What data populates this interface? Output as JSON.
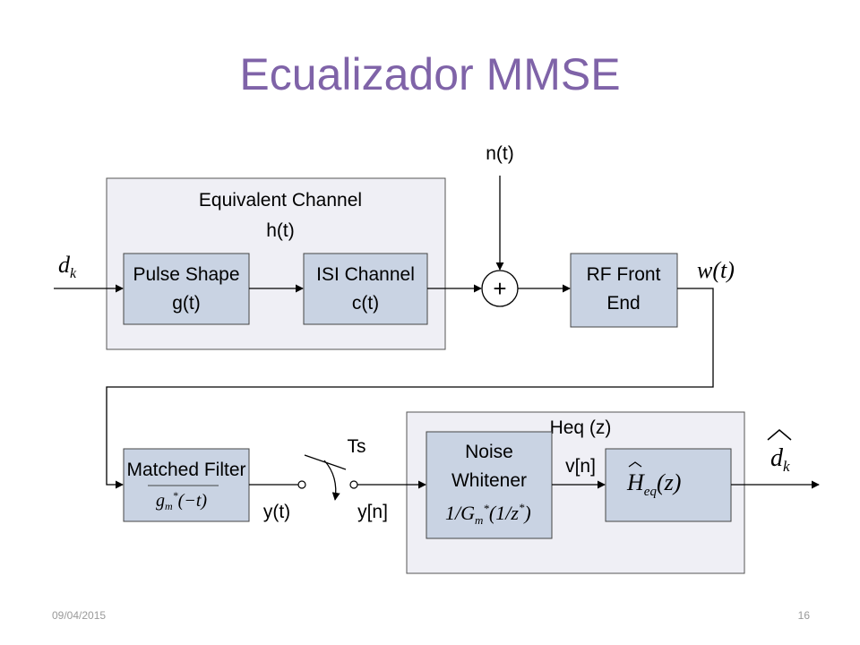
{
  "slide": {
    "title": "Ecualizador MMSE",
    "date": "09/04/2015",
    "page_number": "16"
  },
  "diagram": {
    "equivalent_channel": {
      "title": "Equivalent Channel",
      "subtitle": "h(t)"
    },
    "pulse_shape": {
      "line1": "Pulse Shape",
      "line2": "g(t)"
    },
    "isi_channel": {
      "line1": "ISI Channel",
      "line2": "c(t)"
    },
    "adder": {
      "symbol": "+"
    },
    "noise": {
      "label": "n(t)"
    },
    "rf_front_end": {
      "line1": "RF Front",
      "line2": "End"
    },
    "input_signal": {
      "label": "d",
      "subscript": "k"
    },
    "output_rf": {
      "label": "w(t)"
    },
    "matched_filter": {
      "line1": "Matched Filter",
      "formula": "g",
      "formula_sub": "m",
      "formula_sup": "*",
      "formula_arg": "(−t)"
    },
    "sampler": {
      "label": "Ts",
      "input_label": "y(t)",
      "output_label": "y[n]"
    },
    "heq_group": {
      "label": "Heq (z)"
    },
    "noise_whitener": {
      "line1": "Noise",
      "line2": "Whitener",
      "formula_prefix": "1/G",
      "formula_sub": "m",
      "formula_sup": "*",
      "formula_arg": "(1/z",
      "formula_arg_sup": "*",
      "formula_close": ")"
    },
    "whitener_output": {
      "label": "v[n]"
    },
    "heq_filter": {
      "formula": "H",
      "formula_sub": "eq",
      "formula_arg": "(z)"
    },
    "output_signal": {
      "label": "d",
      "subscript": "k"
    }
  },
  "colors": {
    "title": "#7f63a8",
    "container_fill": "#efeff5",
    "block_fill": "#c9d3e3",
    "block_stroke": "#444444"
  }
}
